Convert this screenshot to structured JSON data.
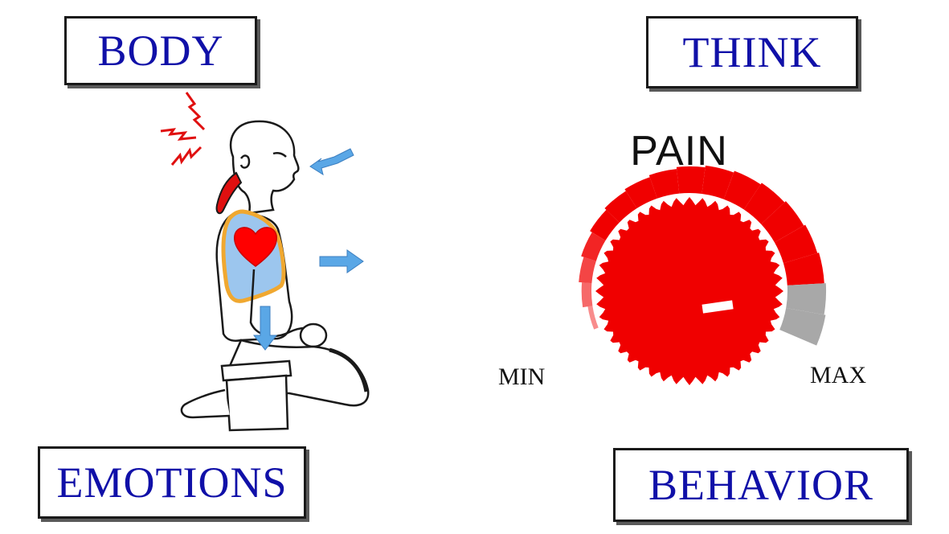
{
  "labels": {
    "body": "BODY",
    "think": "THINK",
    "emotions": "EMOTIONS",
    "behavior": "BEHAVIOR"
  },
  "dial": {
    "title": "PAIN",
    "min_label": "MIN",
    "max_label": "MAX",
    "level_fraction": 0.88
  },
  "colors": {
    "label_text": "#1010a8",
    "dial_red": "#f00000",
    "arrow_blue": "#5aa7e6",
    "lungs_blue": "#9cc6ee",
    "lungs_outline": "#f0a830",
    "inactive_segment": "#a8a8a8"
  }
}
